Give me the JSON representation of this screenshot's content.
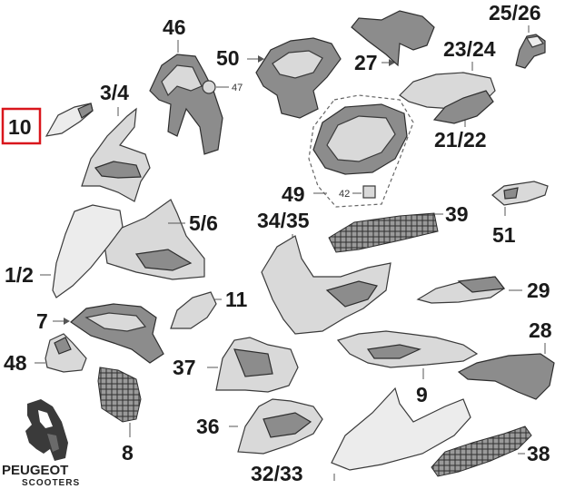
{
  "labels": {
    "p10": "10",
    "p3_4": "3/4",
    "p46": "46",
    "p50": "50",
    "p47": "47",
    "p27": "27",
    "p25_26": "25/26",
    "p23_24": "23/24",
    "p21_22": "21/22",
    "p49": "49",
    "p42": "42",
    "p51": "51",
    "p5_6": "5/6",
    "p34_35": "34/35",
    "p39": "39",
    "p1_2": "1/2",
    "p11": "11",
    "p29": "29",
    "p7": "7",
    "p28": "28",
    "p48": "48",
    "p37": "37",
    "p9": "9",
    "p36": "36",
    "p8": "8",
    "p38": "38",
    "p32_33": "32/33"
  },
  "highlighted_part": "10",
  "brand": {
    "name": "PEUGEOT",
    "sub": "SCOOTERS"
  },
  "colors": {
    "highlight": "#d9161c",
    "part_fill": "#d9d9d9",
    "part_dark": "#8c8c8c"
  }
}
